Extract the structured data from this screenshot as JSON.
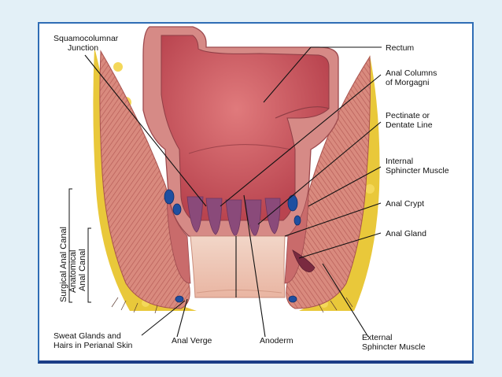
{
  "labels": {
    "squamocolumnar_line1": "Squamocolumnar",
    "squamocolumnar_line2": "Junction",
    "rectum": "Rectum",
    "anal_columns_line1": "Anal Columns",
    "anal_columns_line2": "of Morgagni",
    "pectinate_line1": "Pectinate or",
    "pectinate_line2": "Dentate Line",
    "internal_line1": "Internal",
    "internal_line2": "Sphincter Muscle",
    "anal_crypt": "Anal Crypt",
    "anal_gland": "Anal Gland",
    "surgical_anal_canal": "Surgical Anal Canal",
    "anatomical_line1": "Anatomical",
    "anatomical_line2": "Anal Canal",
    "sweat_line1": "Sweat Glands and",
    "sweat_line2": "Hairs in Perianal Skin",
    "anal_verge": "Anal Verge",
    "anoderm": "Anoderm",
    "external_line1": "External",
    "external_line2": "Sphincter Muscle"
  },
  "colors": {
    "page_background": "#e3f0f7",
    "frame_border": "#2f6db5",
    "rectal_mucosa": "#c9575f",
    "muscle": "#d98a7e",
    "fat": "#e9c83a",
    "anoderm": "#efc3b2",
    "vessels": "#1f4fa0"
  }
}
